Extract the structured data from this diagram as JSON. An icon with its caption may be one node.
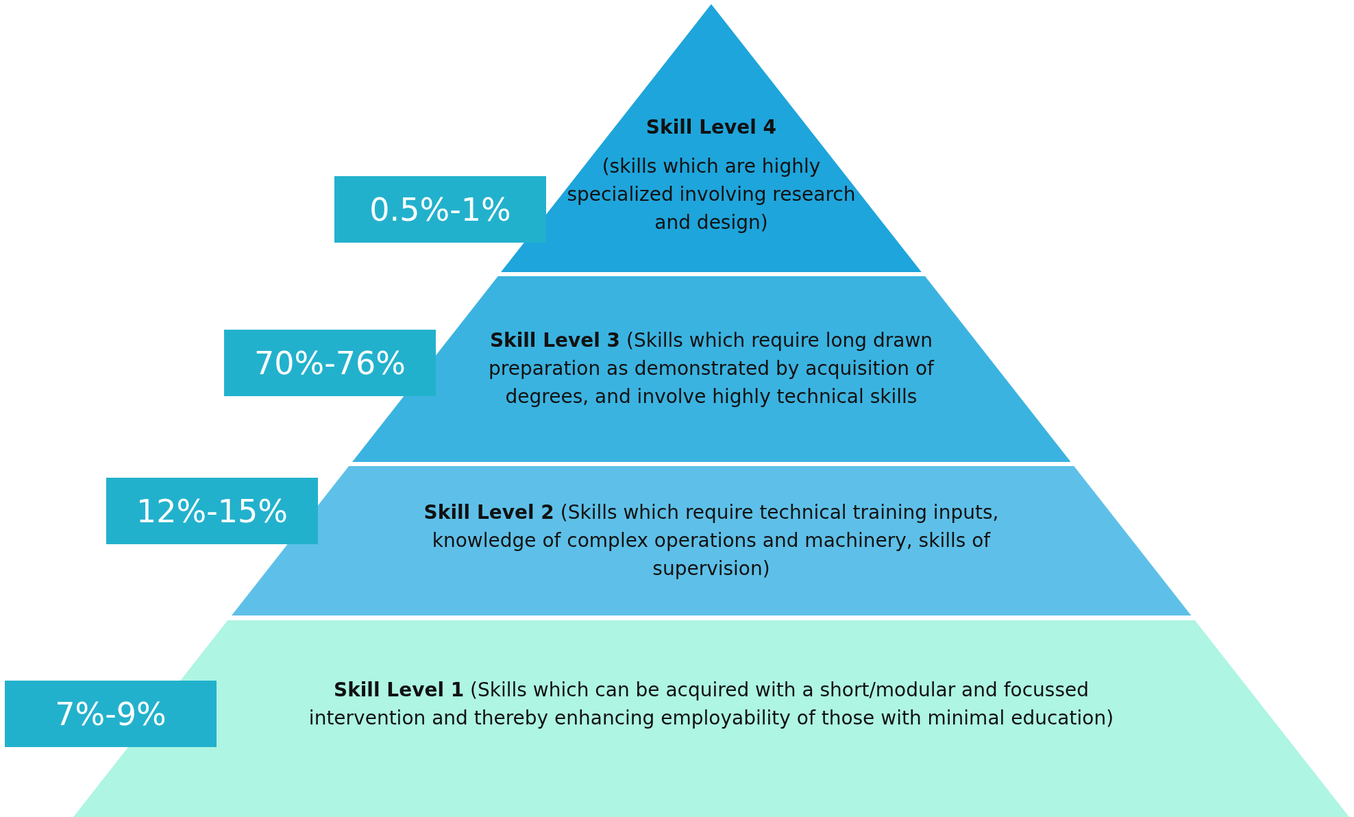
{
  "diagram": {
    "nodes": [
      {
        "text": [
          "Skill Level 4",
          "(skills which are highly specialized involving research and design)"
        ]
      },
      {
        "text": [
          "0.5%-1%"
        ]
      },
      {
        "text": [
          "**Skill Level 3** (Skills which require long drawn preparation as demonstrated by acquisition of degrees, and involve highly technical skills"
        ]
      },
      {
        "text": [
          "70%-76%"
        ]
      },
      {
        "text": [
          "**Skill Level 2** (Skills which require technical training inputs, knowledge of complex operations and machinery, skills of supervision)"
        ]
      },
      {
        "text": [
          "12%-15%"
        ]
      },
      {
        "text": [
          "**Skill Level 1** (Skills which can be acquired with a short/modular and focussed intervention and thereby enhancing employability of those with minimal education)"
        ]
      },
      {
        "text": [
          "7%-9%"
        ]
      }
    ],
    "edges": []
  }
}
